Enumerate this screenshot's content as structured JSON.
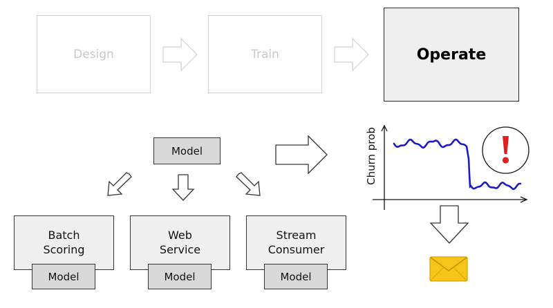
{
  "stages": [
    {
      "label": "Design",
      "active": false
    },
    {
      "label": "Train",
      "active": false
    },
    {
      "label": "Operate",
      "active": true
    }
  ],
  "center_model": "Model",
  "deployments": [
    {
      "label": "Batch\nScoring",
      "model": "Model"
    },
    {
      "label": "Web\nService",
      "model": "Model"
    },
    {
      "label": "Stream\nConsumer",
      "model": "Model"
    }
  ],
  "monitor": {
    "ylabel": "Churn prob",
    "alert_icon": "exclamation-icon",
    "alert_color": "#e02020",
    "line_color": "#1a1acc"
  },
  "notify_icon": "envelope-icon",
  "colors": {
    "inactive_border": "#cfcfcf",
    "inactive_text": "#c8c8c8",
    "active_fill": "#efefef",
    "model_fill": "#d9d9d9",
    "envelope": "#f5c518"
  }
}
